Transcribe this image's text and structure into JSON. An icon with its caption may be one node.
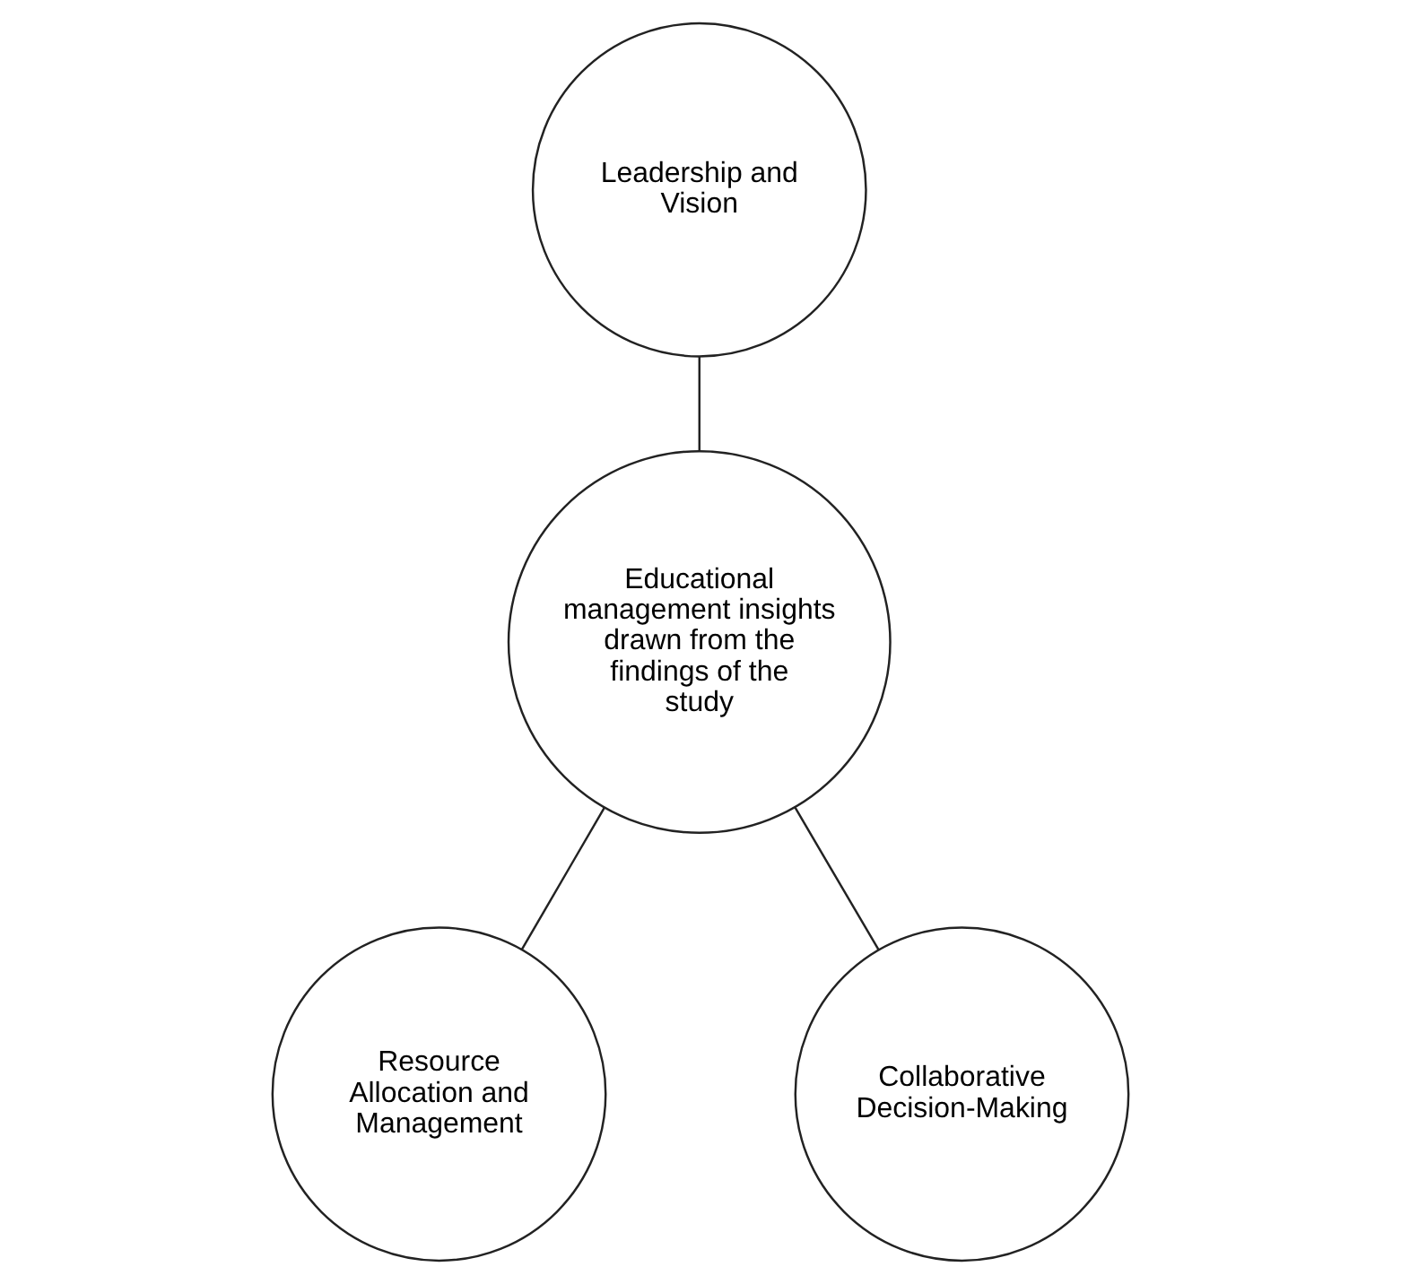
{
  "diagram": {
    "nodes": [
      {
        "text": [
          "Leadership and Vision"
        ]
      },
      {
        "text": [
          "Educational management insights drawn from the findings of the study"
        ]
      },
      {
        "text": [
          "Resource Allocation and Management"
        ]
      },
      {
        "text": [
          "Collaborative Decision-Making"
        ]
      }
    ],
    "edges": [
      {
        "from": 0,
        "to": 1,
        "arrow": "none"
      },
      {
        "from": 1,
        "to": 2,
        "arrow": "none"
      },
      {
        "from": 1,
        "to": 3,
        "arrow": "none"
      }
    ]
  }
}
